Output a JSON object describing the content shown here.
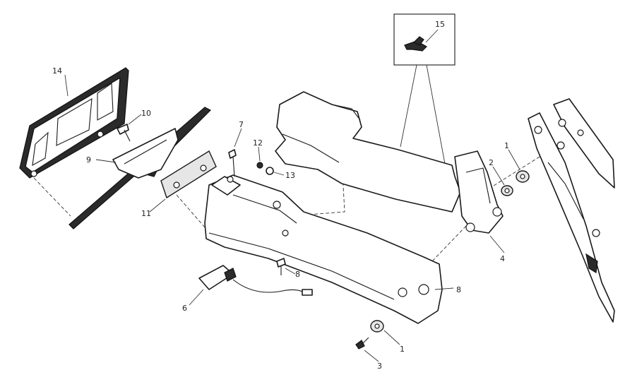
{
  "diagram": {
    "callouts": [
      {
        "id": "c14",
        "text": "14"
      },
      {
        "id": "c10",
        "text": "10"
      },
      {
        "id": "c9",
        "text": "9"
      },
      {
        "id": "c11",
        "text": "11"
      },
      {
        "id": "c7",
        "text": "7"
      },
      {
        "id": "c12",
        "text": "12"
      },
      {
        "id": "c13",
        "text": "13"
      },
      {
        "id": "c8a",
        "text": "8"
      },
      {
        "id": "c6",
        "text": "6"
      },
      {
        "id": "c8b",
        "text": "8"
      },
      {
        "id": "c15",
        "text": "15"
      },
      {
        "id": "c1a",
        "text": "1"
      },
      {
        "id": "c2",
        "text": "2"
      },
      {
        "id": "c4",
        "text": "4"
      },
      {
        "id": "c1b",
        "text": "1"
      },
      {
        "id": "c3",
        "text": "3"
      }
    ]
  }
}
